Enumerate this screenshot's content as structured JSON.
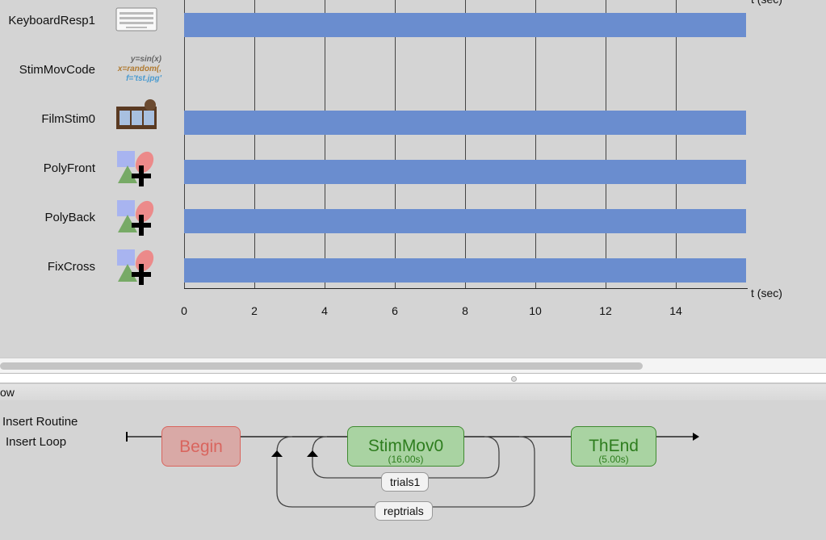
{
  "timeline": {
    "axis_label": "t (sec)",
    "ticks": [
      "0",
      "2",
      "4",
      "6",
      "8",
      "10",
      "12",
      "14"
    ],
    "bar_color": "#6a8dcf",
    "components": [
      {
        "name": "KeyboardResp1",
        "icon": "keyboard-icon",
        "has_bar": true
      },
      {
        "name": "StimMovCode",
        "icon": "code-icon",
        "has_bar": false,
        "code_lines": [
          "y=sin(x)",
          "x=random(,",
          "f='tst.jpg'"
        ]
      },
      {
        "name": "FilmStim0",
        "icon": "film-icon",
        "has_bar": true
      },
      {
        "name": "PolyFront",
        "icon": "polygon-icon",
        "has_bar": true
      },
      {
        "name": "PolyBack",
        "icon": "polygon-icon",
        "has_bar": true
      },
      {
        "name": "FixCross",
        "icon": "polygon-icon",
        "has_bar": true
      }
    ]
  },
  "flow": {
    "panel_title": "ow",
    "insert_routine": "Insert Routine",
    "insert_loop": "Insert Loop",
    "routines": [
      {
        "name": "Begin",
        "duration": "",
        "color": "#d9655e"
      },
      {
        "name": "StimMov0",
        "duration": "(16.00s)",
        "color": "#2e7d1e"
      },
      {
        "name": "ThEnd",
        "duration": "(5.00s)",
        "color": "#2e7d1e"
      }
    ],
    "loops": [
      "trials1",
      "reptrials"
    ]
  }
}
